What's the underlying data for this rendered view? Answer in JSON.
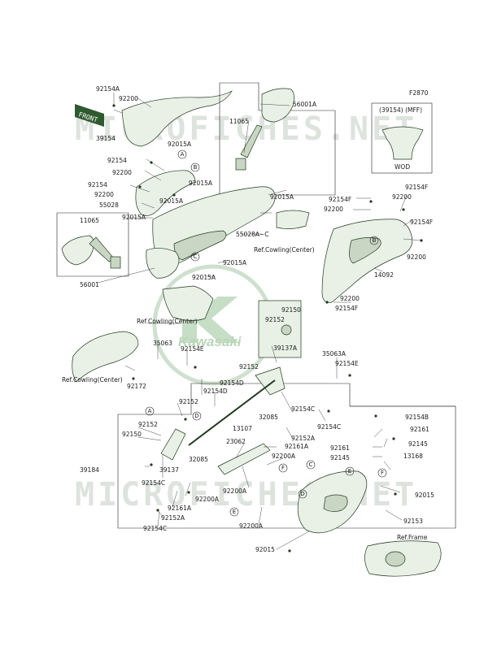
{
  "figure_code": "F2870",
  "watermark": "MICROFICHES.NET",
  "brand": "Kawasaki",
  "front_tag": "FRONT",
  "inset": {
    "title": "(39154) (MFF)",
    "code": "WOD"
  },
  "ref_labels": {
    "cowling_center": "Ref.Cowling(Center)",
    "frame": "Ref.Frame"
  },
  "circle_refs": [
    "A",
    "B",
    "C",
    "D",
    "E",
    "F"
  ],
  "labels": {
    "l92154A": "92154A",
    "l92200a": "92200",
    "l39154": "39154",
    "l92015A_a": "92015A",
    "l92154_a": "92154",
    "l92200_b": "92200",
    "l92154_b": "92154",
    "l92200_c": "92200",
    "l55028": "55028",
    "l92015A_b": "92015A",
    "l92015A_c": "92015A",
    "l92015A_d": "92015A",
    "l11065_a": "11065",
    "l56001A": "56001A",
    "l92015A_e": "92015A",
    "l55028AC": "55028A~C",
    "l92015A_f": "92015A",
    "l92015A_g": "92015A",
    "l11065_b": "11065",
    "l56001": "56001",
    "l92154F_a": "92154F",
    "l92200_d": "92200",
    "l92154F_b": "92154F",
    "l92200_e": "92200",
    "l92154F_c": "92154F",
    "l92200_f": "92200",
    "l14092": "14092",
    "l92200_g": "92200",
    "l92154F_d": "92154F",
    "l92150_a": "92150",
    "l92152_a": "92152",
    "l35063": "35063",
    "l92154E_a": "92154E",
    "l39137A": "39137A",
    "l35063A": "35063A",
    "l92154E_b": "92154E",
    "l92172": "92172",
    "l92152_b": "92152",
    "l92154D_a": "92154D",
    "l92154D_b": "92154D",
    "l92152_c": "92152",
    "l92154C_a": "92154C",
    "l32085_a": "32085",
    "l13107": "13107",
    "l92152A_a": "92152A",
    "l92154C_b": "92154C",
    "l92154B": "92154B",
    "l92152_d": "92152",
    "l92150_b": "92150",
    "l92161_a": "92161",
    "l23062": "23062",
    "l92161A_a": "92161A",
    "l92145_a": "92145",
    "l92161_b": "92161",
    "l32085_b": "32085",
    "l92200A_a": "92200A",
    "l92145_b": "92145",
    "l13168": "13168",
    "l39184": "39184",
    "l39137": "39137",
    "l92154C_c": "92154C",
    "l92200A_b": "92200A",
    "l92200A_c": "92200A",
    "l92015_a": "92015",
    "l92161A_b": "92161A",
    "l92152A_b": "92152A",
    "l92200A_d": "92200A",
    "l92153": "92153",
    "l92154C_d": "92154C",
    "l92015_b": "92015"
  }
}
